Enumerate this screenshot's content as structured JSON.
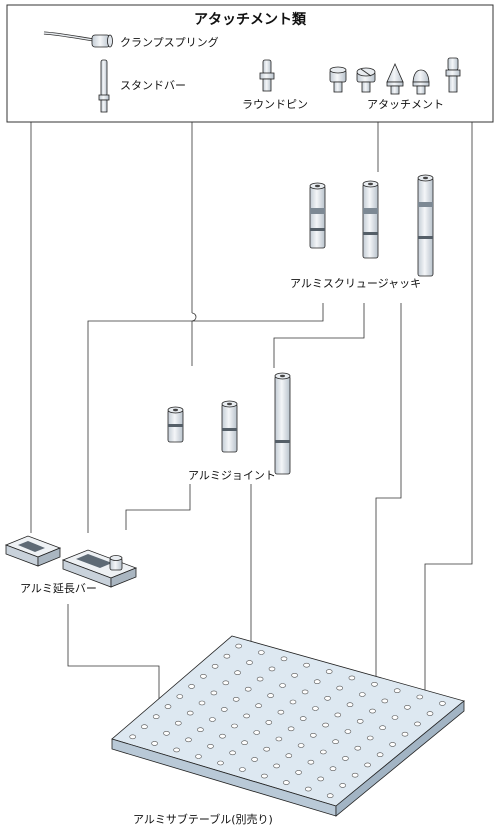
{
  "title": "アタッチメント類",
  "labels": {
    "clamp_spring": "クランプスプリング",
    "stand_bar": "スタンドバー",
    "round_pin": "ラウンドピン",
    "attachment": "アタッチメント",
    "screw_jack": "アルミスクリュージャッキ",
    "joint": "アルミジョイント",
    "extension_bar": "アルミ延長バー",
    "sub_table": "アルミサブテーブル(別売り)"
  },
  "colors": {
    "part_fill": "#eef1f4",
    "part_shade": "#c9d2db",
    "table_top": "#dde8f1",
    "table_side": "#b9c9d7",
    "line": "#333333",
    "text": "#111111"
  },
  "sub_table": {
    "hole_grid": 10
  }
}
